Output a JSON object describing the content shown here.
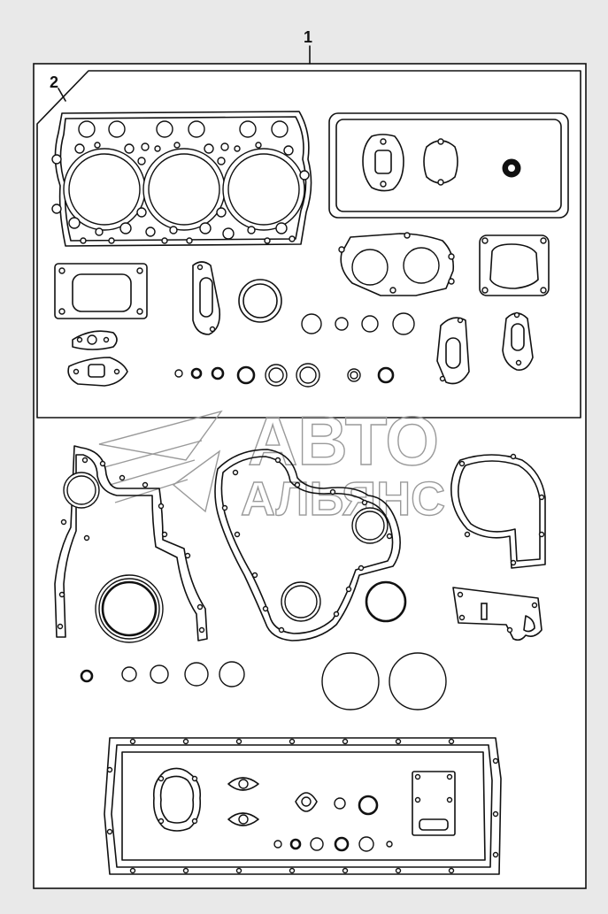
{
  "labels": {
    "callout_1": "1",
    "callout_2": "2"
  },
  "watermark": {
    "line1": "АВТО",
    "line2": "АЛЬЯНС"
  },
  "colors": {
    "background": "#e9e9e9",
    "paper": "#ffffff",
    "line": "#111111",
    "watermark": "#9a9a9a"
  }
}
